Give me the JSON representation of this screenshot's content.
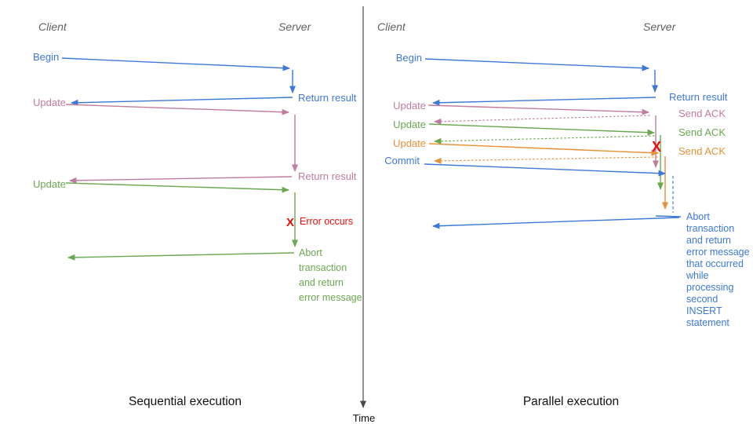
{
  "palette": {
    "blue": "#3C78D8",
    "pink": "#C27BA0",
    "green": "#6AA84F",
    "orange": "#E69138",
    "red": "#EA0B0B",
    "actor_gray": "#5F5F5F",
    "axis": "#4A4A4A"
  },
  "time_axis": {
    "label": "Time"
  },
  "sequential": {
    "caption": "Sequential execution",
    "client": "Client",
    "server": "Server",
    "begin": "Begin",
    "update1": "Update",
    "update2": "Update",
    "return1": "Return result",
    "return2": "Return result",
    "error_mark": "X",
    "error_label": "Error occurs",
    "abort_lines": [
      "Abort",
      "transaction",
      "and return",
      "error message"
    ]
  },
  "parallel": {
    "caption": "Parallel execution",
    "client": "Client",
    "server": "Server",
    "begin": "Begin",
    "update1": "Update",
    "update2": "Update",
    "update3": "Update",
    "commit": "Commit",
    "return1": "Return result",
    "ack1": "Send ACK",
    "ack2": "Send ACK",
    "ack3": "Send ACK",
    "error_mark": "X",
    "abort_lines": [
      "Abort",
      "transaction",
      "and return",
      "error message",
      "that occurred",
      "while",
      "processing",
      "second",
      "INSERT",
      "statement"
    ]
  }
}
